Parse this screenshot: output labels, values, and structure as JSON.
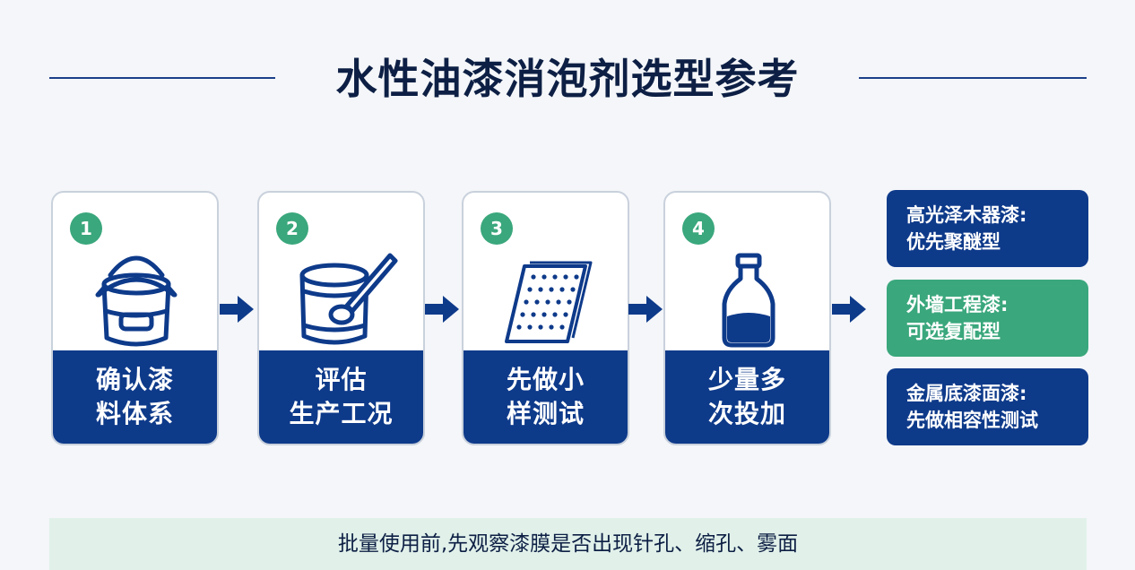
{
  "title": "水性油漆消泡剂选型参考",
  "steps": [
    {
      "number": "1",
      "line1": "确认漆",
      "line2": "料体系",
      "icon": "paint-bucket-icon"
    },
    {
      "number": "2",
      "line1": "评估",
      "line2": "生产工况",
      "icon": "paint-can-stir-icon"
    },
    {
      "number": "3",
      "line1": "先做小",
      "line2": "样测试",
      "icon": "test-panel-icon"
    },
    {
      "number": "4",
      "line1": "少量多",
      "line2": "次投加",
      "icon": "bottle-icon"
    }
  ],
  "recommendations": [
    {
      "line1": "高光泽木器漆:",
      "line2": "优先聚醚型",
      "color": "#0e3a8a"
    },
    {
      "line1": "外墙工程漆:",
      "line2": "可选复配型",
      "color": "#3aa77c"
    },
    {
      "line1": "金属底漆面漆:",
      "line2": "先做相容性测试",
      "color": "#0e3a8a"
    }
  ],
  "footer": "批量使用前,先观察漆膜是否出现针孔、缩孔、雾面",
  "colors": {
    "primary": "#0e3a8a",
    "accent": "#3aa77c",
    "text": "#0d1f44"
  }
}
